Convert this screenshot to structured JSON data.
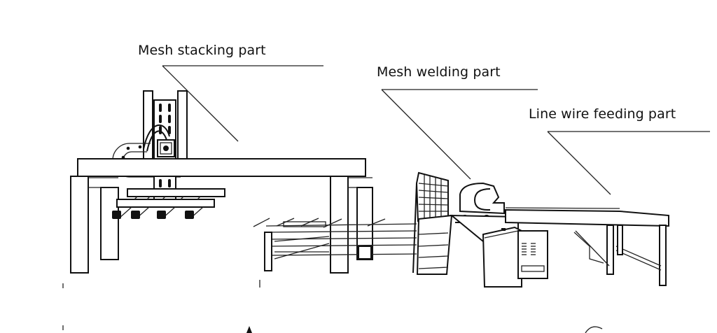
{
  "diagram": {
    "title": "Mesh welding machine layout",
    "labels": [
      {
        "id": "stacking",
        "text": "Mesh stacking part"
      },
      {
        "id": "welding",
        "text": "Mesh welding part"
      },
      {
        "id": "feeding",
        "text": "Line wire feeding part"
      }
    ],
    "colors": {
      "line": "#111111",
      "background": "#ffffff"
    }
  }
}
